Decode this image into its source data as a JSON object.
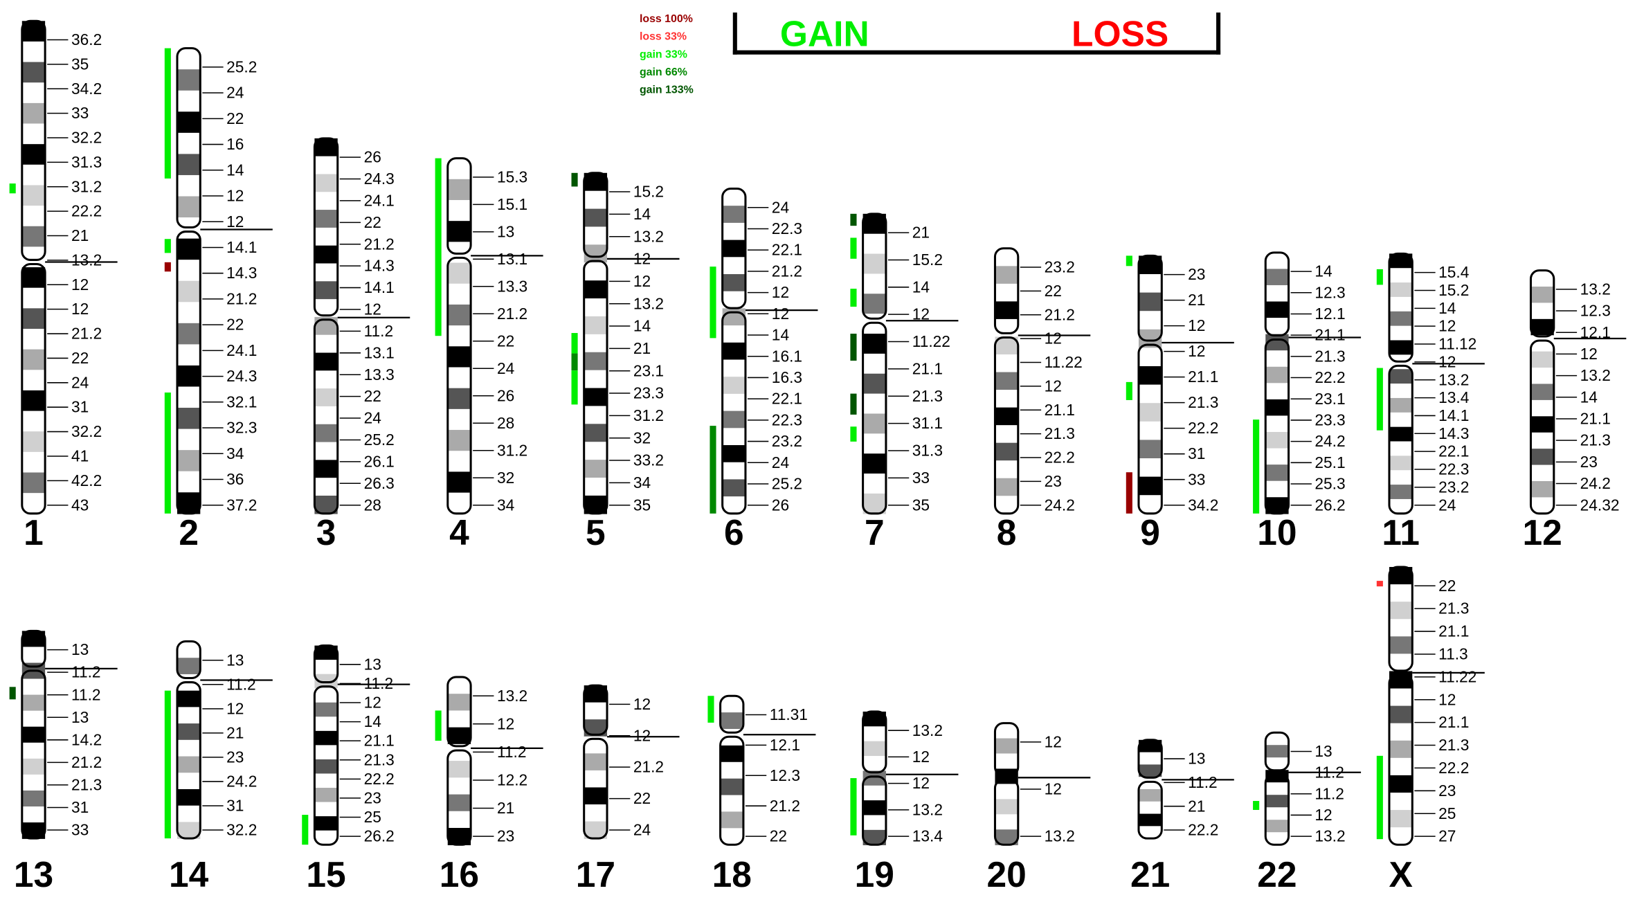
{
  "legend": [
    {
      "label": "loss 100%",
      "color": "#990000"
    },
    {
      "label": "loss 33%",
      "color": "#ff3333"
    },
    {
      "label": "gain 33%",
      "color": "#00ee00"
    },
    {
      "label": "gain 66%",
      "color": "#008800"
    },
    {
      "label": "gain 133%",
      "color": "#005500"
    }
  ],
  "header": {
    "gain_label": "GAIN",
    "loss_label": "LOSS",
    "gain_color": "#00ee00",
    "loss_color": "#ff0000"
  },
  "chromosomes": [
    {
      "name": "1",
      "labels": [
        "36.2",
        "35",
        "34.2",
        "33",
        "32.2",
        "31.3",
        "31.2",
        "22.2",
        "21",
        "13.2",
        "12",
        "12",
        "21.2",
        "22",
        "24",
        "31",
        "32.2",
        "41",
        "42.2",
        "43"
      ],
      "marks": [
        {
          "kind": "gain33",
          "side": "left",
          "from": 0.33,
          "to": 0.35
        }
      ]
    },
    {
      "name": "2",
      "labels": [
        "25.2",
        "24",
        "22",
        "16",
        "14",
        "12",
        "12",
        "14.1",
        "14.3",
        "21.2",
        "22",
        "24.1",
        "24.3",
        "32.1",
        "32.3",
        "34",
        "36",
        "37.2"
      ],
      "marks": [
        {
          "kind": "gain33",
          "side": "left",
          "from": 0.0,
          "to": 0.28
        },
        {
          "kind": "gain33",
          "side": "left",
          "from": 0.41,
          "to": 0.44
        },
        {
          "kind": "loss100",
          "side": "left",
          "from": 0.46,
          "to": 0.48
        },
        {
          "kind": "gain33",
          "side": "left",
          "from": 0.74,
          "to": 1.0
        }
      ]
    },
    {
      "name": "3",
      "labels": [
        "26",
        "24.3",
        "24.1",
        "22",
        "21.2",
        "14.3",
        "14.1",
        "12",
        "11.2",
        "13.1",
        "13.3",
        "22",
        "24",
        "25.2",
        "26.1",
        "26.3",
        "28"
      ],
      "marks": []
    },
    {
      "name": "4",
      "labels": [
        "15.3",
        "15.1",
        "13",
        "13.1",
        "13.3",
        "21.2",
        "22",
        "24",
        "26",
        "28",
        "31.2",
        "32",
        "34"
      ],
      "marks": [
        {
          "kind": "gain33",
          "side": "left",
          "from": 0.0,
          "to": 0.5
        }
      ]
    },
    {
      "name": "5",
      "labels": [
        "15.2",
        "14",
        "13.2",
        "12",
        "12",
        "13.2",
        "14",
        "21",
        "23.1",
        "23.3",
        "31.2",
        "32",
        "33.2",
        "34",
        "35"
      ],
      "marks": [
        {
          "kind": "gain133",
          "side": "left",
          "from": 0.0,
          "to": 0.04
        },
        {
          "kind": "gain33",
          "side": "left",
          "from": 0.47,
          "to": 0.53
        },
        {
          "kind": "gain66",
          "side": "left",
          "from": 0.53,
          "to": 0.58
        },
        {
          "kind": "gain33",
          "side": "left",
          "from": 0.58,
          "to": 0.68
        }
      ]
    },
    {
      "name": "6",
      "labels": [
        "24",
        "22.3",
        "22.1",
        "21.2",
        "12",
        "12",
        "14",
        "16.1",
        "16.3",
        "22.1",
        "22.3",
        "23.2",
        "24",
        "25.2",
        "26"
      ],
      "marks": [
        {
          "kind": "gain33",
          "side": "left",
          "from": 0.24,
          "to": 0.46
        },
        {
          "kind": "gain66",
          "side": "left",
          "from": 0.73,
          "to": 1.0
        }
      ]
    },
    {
      "name": "7",
      "labels": [
        "21",
        "15.2",
        "14",
        "12",
        "11.22",
        "21.1",
        "21.3",
        "31.1",
        "31.3",
        "33",
        "35"
      ],
      "marks": [
        {
          "kind": "gain133",
          "side": "left",
          "from": 0.0,
          "to": 0.04
        },
        {
          "kind": "gain33",
          "side": "left",
          "from": 0.08,
          "to": 0.15
        },
        {
          "kind": "gain33",
          "side": "left",
          "from": 0.25,
          "to": 0.31
        },
        {
          "kind": "gain133",
          "side": "left",
          "from": 0.4,
          "to": 0.49
        },
        {
          "kind": "gain133",
          "side": "left",
          "from": 0.6,
          "to": 0.67
        },
        {
          "kind": "gain33",
          "side": "left",
          "from": 0.71,
          "to": 0.76
        }
      ]
    },
    {
      "name": "8",
      "labels": [
        "23.2",
        "22",
        "21.2",
        "12",
        "11.22",
        "12",
        "21.1",
        "21.3",
        "22.2",
        "23",
        "24.2"
      ],
      "marks": []
    },
    {
      "name": "9",
      "labels": [
        "23",
        "21",
        "12",
        "12",
        "21.1",
        "21.3",
        "22.2",
        "31",
        "33",
        "34.2"
      ],
      "marks": [
        {
          "kind": "gain33",
          "side": "left",
          "from": 0.0,
          "to": 0.04
        },
        {
          "kind": "gain33",
          "side": "left",
          "from": 0.49,
          "to": 0.56
        },
        {
          "kind": "loss100",
          "side": "left",
          "from": 0.84,
          "to": 1.0
        }
      ]
    },
    {
      "name": "10",
      "labels": [
        "14",
        "12.3",
        "12.1",
        "21.1",
        "21.3",
        "22.2",
        "23.1",
        "23.3",
        "24.2",
        "25.1",
        "25.3",
        "26.2"
      ],
      "marks": [
        {
          "kind": "gain33",
          "side": "left",
          "from": 0.64,
          "to": 1.0
        }
      ]
    },
    {
      "name": "11",
      "labels": [
        "15.4",
        "15.2",
        "14",
        "12",
        "11.12",
        "12",
        "13.2",
        "13.4",
        "14.1",
        "14.3",
        "22.1",
        "22.3",
        "23.2",
        "24"
      ],
      "marks": [
        {
          "kind": "gain33",
          "side": "left",
          "from": 0.06,
          "to": 0.12
        },
        {
          "kind": "gain33",
          "side": "left",
          "from": 0.44,
          "to": 0.68
        }
      ]
    },
    {
      "name": "12",
      "labels": [
        "13.2",
        "12.3",
        "12.1",
        "12",
        "13.2",
        "14",
        "21.1",
        "21.3",
        "23",
        "24.2",
        "24.32"
      ],
      "marks": []
    },
    {
      "name": "13",
      "labels": [
        "13",
        "11.2",
        "11.2",
        "13",
        "14.2",
        "21.2",
        "21.3",
        "31",
        "33"
      ],
      "marks": [
        {
          "kind": "gain133",
          "side": "left",
          "from": 0.27,
          "to": 0.33
        }
      ]
    },
    {
      "name": "14",
      "labels": [
        "13",
        "11.2",
        "12",
        "21",
        "23",
        "24.2",
        "31",
        "32.2"
      ],
      "marks": [
        {
          "kind": "gain33",
          "side": "left",
          "from": 0.25,
          "to": 1.0
        }
      ]
    },
    {
      "name": "15",
      "labels": [
        "13",
        "11.2",
        "12",
        "14",
        "21.1",
        "21.3",
        "22.2",
        "23",
        "25",
        "26.2"
      ],
      "marks": [
        {
          "kind": "gain33",
          "side": "left",
          "from": 0.85,
          "to": 1.0
        }
      ]
    },
    {
      "name": "16",
      "labels": [
        "13.2",
        "12",
        "11.2",
        "12.2",
        "21",
        "23"
      ],
      "marks": [
        {
          "kind": "gain33",
          "side": "left",
          "from": 0.2,
          "to": 0.38
        }
      ]
    },
    {
      "name": "17",
      "labels": [
        "12",
        "12",
        "21.2",
        "22",
        "24"
      ],
      "marks": []
    },
    {
      "name": "18",
      "labels": [
        "11.31",
        "12.1",
        "12.3",
        "21.2",
        "22"
      ],
      "marks": [
        {
          "kind": "gain33",
          "side": "left",
          "from": 0.0,
          "to": 0.18
        }
      ]
    },
    {
      "name": "19",
      "labels": [
        "13.2",
        "12",
        "12",
        "13.2",
        "13.4"
      ],
      "marks": [
        {
          "kind": "gain33",
          "side": "left",
          "from": 0.5,
          "to": 0.93
        }
      ]
    },
    {
      "name": "20",
      "labels": [
        "12",
        "12",
        "13.2"
      ],
      "marks": []
    },
    {
      "name": "21",
      "labels": [
        "13",
        "11.2",
        "21",
        "22.2"
      ],
      "marks": []
    },
    {
      "name": "22",
      "labels": [
        "13",
        "11.2",
        "11.2",
        "12",
        "13.2"
      ],
      "marks": [
        {
          "kind": "gain33",
          "side": "left",
          "from": 0.61,
          "to": 0.69
        }
      ]
    },
    {
      "name": "X",
      "labels": [
        "22",
        "21.3",
        "21.1",
        "11.3",
        "11.22",
        "12",
        "21.1",
        "21.3",
        "22.2",
        "23",
        "25",
        "27"
      ],
      "marks": [
        {
          "kind": "loss33",
          "side": "left",
          "from": 0.05,
          "to": 0.07
        },
        {
          "kind": "gain33",
          "side": "left",
          "from": 0.68,
          "to": 0.98
        }
      ]
    }
  ]
}
